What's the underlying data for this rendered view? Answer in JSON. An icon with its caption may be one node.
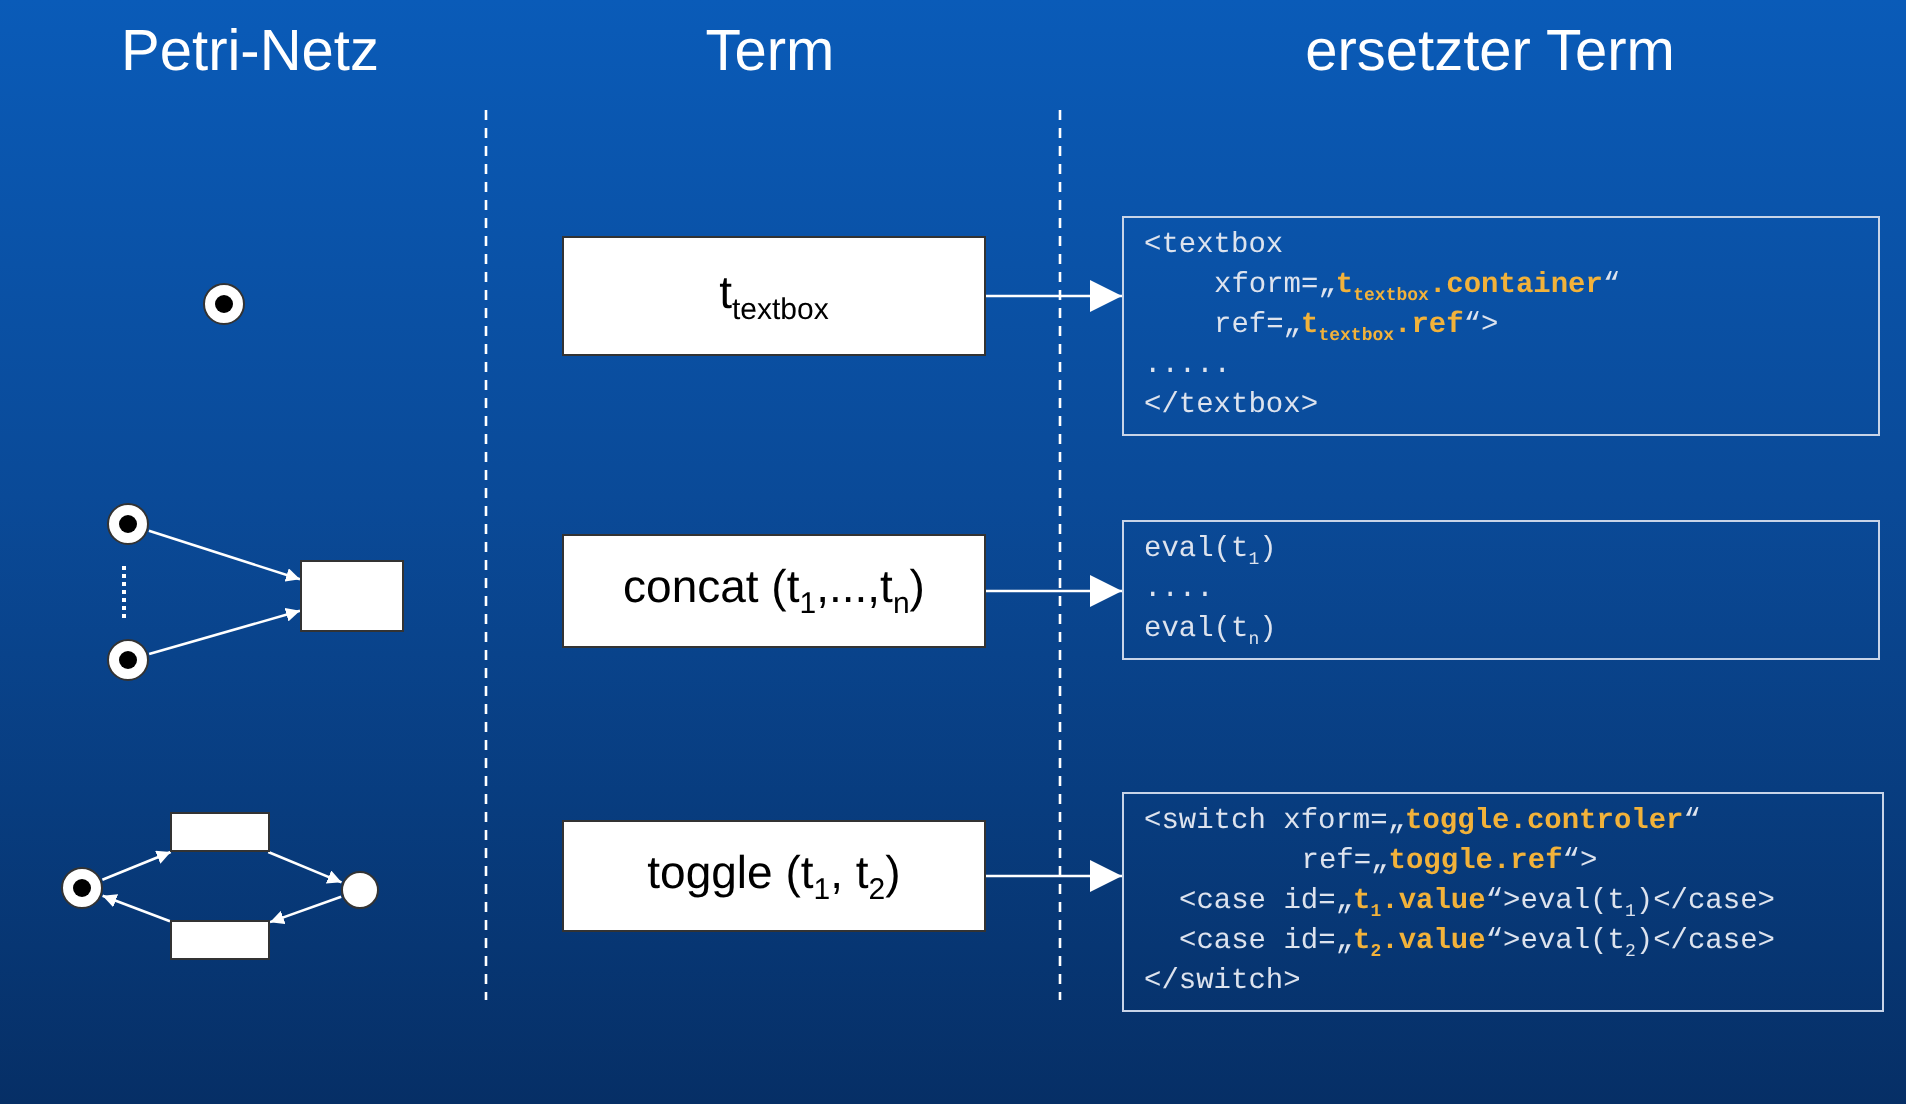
{
  "diagram": {
    "nodes": [
      {
        "text": [],
        "shape": "circle"
      },
      {
        "text": [
          "t$_{textbox}$"
        ]
      },
      {
        "text": [
          "<textbox",
          "xform=„**t$_{textbox}$.container**“",
          "ref=„**t$_{textbox}$.ref**“>",
          ".....",
          "</textbox>"
        ]
      },
      {
        "text": [],
        "shape": "circle"
      },
      {
        "text": [],
        "shape": "circle"
      },
      {
        "text": [],
        "shape": "box"
      },
      {
        "text": [
          "concat (t$_{1}$,...,t$_{n}$)"
        ]
      },
      {
        "text": [
          "eval(t$_{1}$)",
          "....",
          "eval(t$_{n}$)"
        ]
      },
      {
        "text": [],
        "shape": "circle"
      },
      {
        "text": [],
        "shape": "box"
      },
      {
        "text": [],
        "shape": "box"
      },
      {
        "text": [],
        "shape": "circle"
      },
      {
        "text": [
          "toggle (t$_{1}$, t$_{2}$)"
        ]
      },
      {
        "text": [
          "<switch xform=„**toggle.controler**“",
          "ref=„**toggle.ref**“>",
          "<case id=„**t$_{1}$.value**“>eval(t$_{1}$)</case>",
          "<case id=„**t$_{2}$.value**“>eval(t$_{2}$)</case>",
          "</switch>"
        ]
      }
    ],
    "edges": [
      {
        "from": 1,
        "to": 2,
        "arrow": "to"
      },
      {
        "from": 3,
        "to": 5,
        "arrow": "to"
      },
      {
        "from": 4,
        "to": 5,
        "arrow": "to"
      },
      {
        "from": 6,
        "to": 7,
        "arrow": "to"
      },
      {
        "from": 8,
        "to": 9,
        "arrow": "to"
      },
      {
        "from": 9,
        "to": 11,
        "arrow": "to"
      },
      {
        "from": 11,
        "to": 10,
        "arrow": "to"
      },
      {
        "from": 10,
        "to": 8,
        "arrow": "to"
      },
      {
        "from": 12,
        "to": 13,
        "arrow": "to"
      }
    ],
    "labels": [
      "Petri-Netz",
      "Term",
      "ersetzter Term"
    ]
  }
}
